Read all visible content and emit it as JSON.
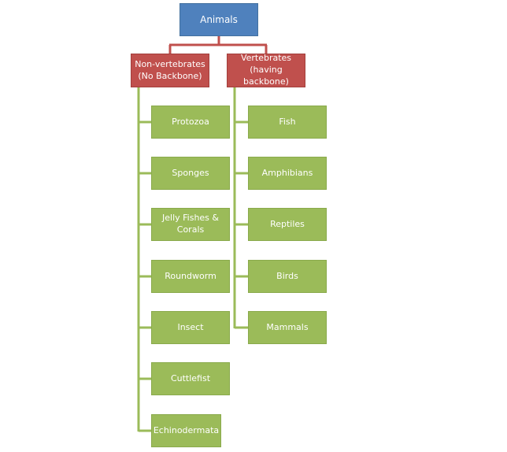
{
  "root": {
    "label": "Animals"
  },
  "categories": [
    {
      "label": "Non-vertebrates\n(No Backbone)",
      "items": [
        "Protozoa",
        "Sponges",
        "Jelly Fishes &\nCorals",
        "Roundworm",
        "Insect",
        "Cuttlefist",
        "Echinodermata"
      ]
    },
    {
      "label": "Vertebrates\n(having backbone)",
      "items": [
        "Fish",
        "Amphibians",
        "Reptiles",
        "Birds",
        "Mammals"
      ]
    }
  ],
  "colors": {
    "root": "#4f81bd",
    "category": "#c0504d",
    "leaf": "#9bbb59",
    "connector_root": "#c0504d",
    "connector_leaf": "#9bbb59"
  }
}
